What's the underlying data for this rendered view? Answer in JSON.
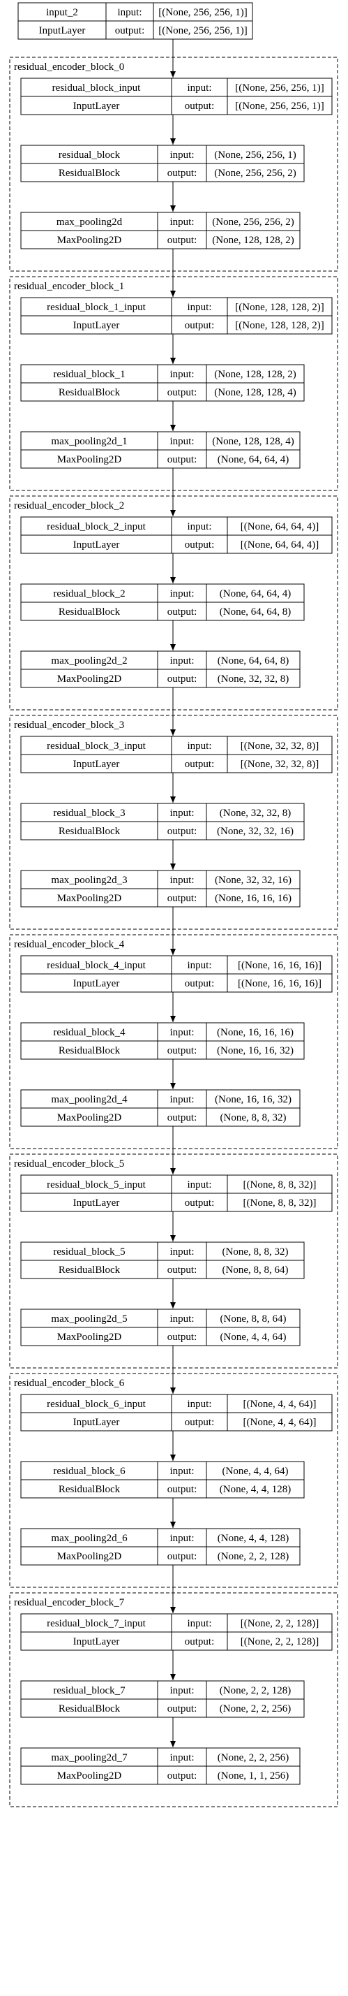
{
  "input": {
    "name": "input_2",
    "type": "InputLayer",
    "input": "[(None, 256, 256, 1)]",
    "output": "[(None, 256, 256, 1)]"
  },
  "io_labels": {
    "input": "input:",
    "output": "output:"
  },
  "blocks": [
    {
      "title": "residual_encoder_block_0",
      "layers": [
        {
          "name": "residual_block_input",
          "type": "InputLayer",
          "input": "[(None, 256, 256, 1)]",
          "output": "[(None, 256, 256, 1)]"
        },
        {
          "name": "residual_block",
          "type": "ResidualBlock",
          "input": "(None, 256, 256, 1)",
          "output": "(None, 256, 256, 2)"
        },
        {
          "name": "max_pooling2d",
          "type": "MaxPooling2D",
          "input": "(None, 256, 256, 2)",
          "output": "(None, 128, 128, 2)"
        }
      ]
    },
    {
      "title": "residual_encoder_block_1",
      "layers": [
        {
          "name": "residual_block_1_input",
          "type": "InputLayer",
          "input": "[(None, 128, 128, 2)]",
          "output": "[(None, 128, 128, 2)]"
        },
        {
          "name": "residual_block_1",
          "type": "ResidualBlock",
          "input": "(None, 128, 128, 2)",
          "output": "(None, 128, 128, 4)"
        },
        {
          "name": "max_pooling2d_1",
          "type": "MaxPooling2D",
          "input": "(None, 128, 128, 4)",
          "output": "(None, 64, 64, 4)"
        }
      ]
    },
    {
      "title": "residual_encoder_block_2",
      "layers": [
        {
          "name": "residual_block_2_input",
          "type": "InputLayer",
          "input": "[(None, 64, 64, 4)]",
          "output": "[(None, 64, 64, 4)]"
        },
        {
          "name": "residual_block_2",
          "type": "ResidualBlock",
          "input": "(None, 64, 64, 4)",
          "output": "(None, 64, 64, 8)"
        },
        {
          "name": "max_pooling2d_2",
          "type": "MaxPooling2D",
          "input": "(None, 64, 64, 8)",
          "output": "(None, 32, 32, 8)"
        }
      ]
    },
    {
      "title": "residual_encoder_block_3",
      "layers": [
        {
          "name": "residual_block_3_input",
          "type": "InputLayer",
          "input": "[(None, 32, 32, 8)]",
          "output": "[(None, 32, 32, 8)]"
        },
        {
          "name": "residual_block_3",
          "type": "ResidualBlock",
          "input": "(None, 32, 32, 8)",
          "output": "(None, 32, 32, 16)"
        },
        {
          "name": "max_pooling2d_3",
          "type": "MaxPooling2D",
          "input": "(None, 32, 32, 16)",
          "output": "(None, 16, 16, 16)"
        }
      ]
    },
    {
      "title": "residual_encoder_block_4",
      "layers": [
        {
          "name": "residual_block_4_input",
          "type": "InputLayer",
          "input": "[(None, 16, 16, 16)]",
          "output": "[(None, 16, 16, 16)]"
        },
        {
          "name": "residual_block_4",
          "type": "ResidualBlock",
          "input": "(None, 16, 16, 16)",
          "output": "(None, 16, 16, 32)"
        },
        {
          "name": "max_pooling2d_4",
          "type": "MaxPooling2D",
          "input": "(None, 16, 16, 32)",
          "output": "(None, 8, 8, 32)"
        }
      ]
    },
    {
      "title": "residual_encoder_block_5",
      "layers": [
        {
          "name": "residual_block_5_input",
          "type": "InputLayer",
          "input": "[(None, 8, 8, 32)]",
          "output": "[(None, 8, 8, 32)]"
        },
        {
          "name": "residual_block_5",
          "type": "ResidualBlock",
          "input": "(None, 8, 8, 32)",
          "output": "(None, 8, 8, 64)"
        },
        {
          "name": "max_pooling2d_5",
          "type": "MaxPooling2D",
          "input": "(None, 8, 8, 64)",
          "output": "(None, 4, 4, 64)"
        }
      ]
    },
    {
      "title": "residual_encoder_block_6",
      "layers": [
        {
          "name": "residual_block_6_input",
          "type": "InputLayer",
          "input": "[(None, 4, 4, 64)]",
          "output": "[(None, 4, 4, 64)]"
        },
        {
          "name": "residual_block_6",
          "type": "ResidualBlock",
          "input": "(None, 4, 4, 64)",
          "output": "(None, 4, 4, 128)"
        },
        {
          "name": "max_pooling2d_6",
          "type": "MaxPooling2D",
          "input": "(None, 4, 4, 128)",
          "output": "(None, 2, 2, 128)"
        }
      ]
    },
    {
      "title": "residual_encoder_block_7",
      "layers": [
        {
          "name": "residual_block_7_input",
          "type": "InputLayer",
          "input": "[(None, 2, 2, 128)]",
          "output": "[(None, 2, 2, 128)]"
        },
        {
          "name": "residual_block_7",
          "type": "ResidualBlock",
          "input": "(None, 2, 2, 128)",
          "output": "(None, 2, 2, 256)"
        },
        {
          "name": "max_pooling2d_7",
          "type": "MaxPooling2D",
          "input": "(None, 2, 2, 256)",
          "output": "(None, 1, 1, 256)"
        }
      ]
    }
  ]
}
